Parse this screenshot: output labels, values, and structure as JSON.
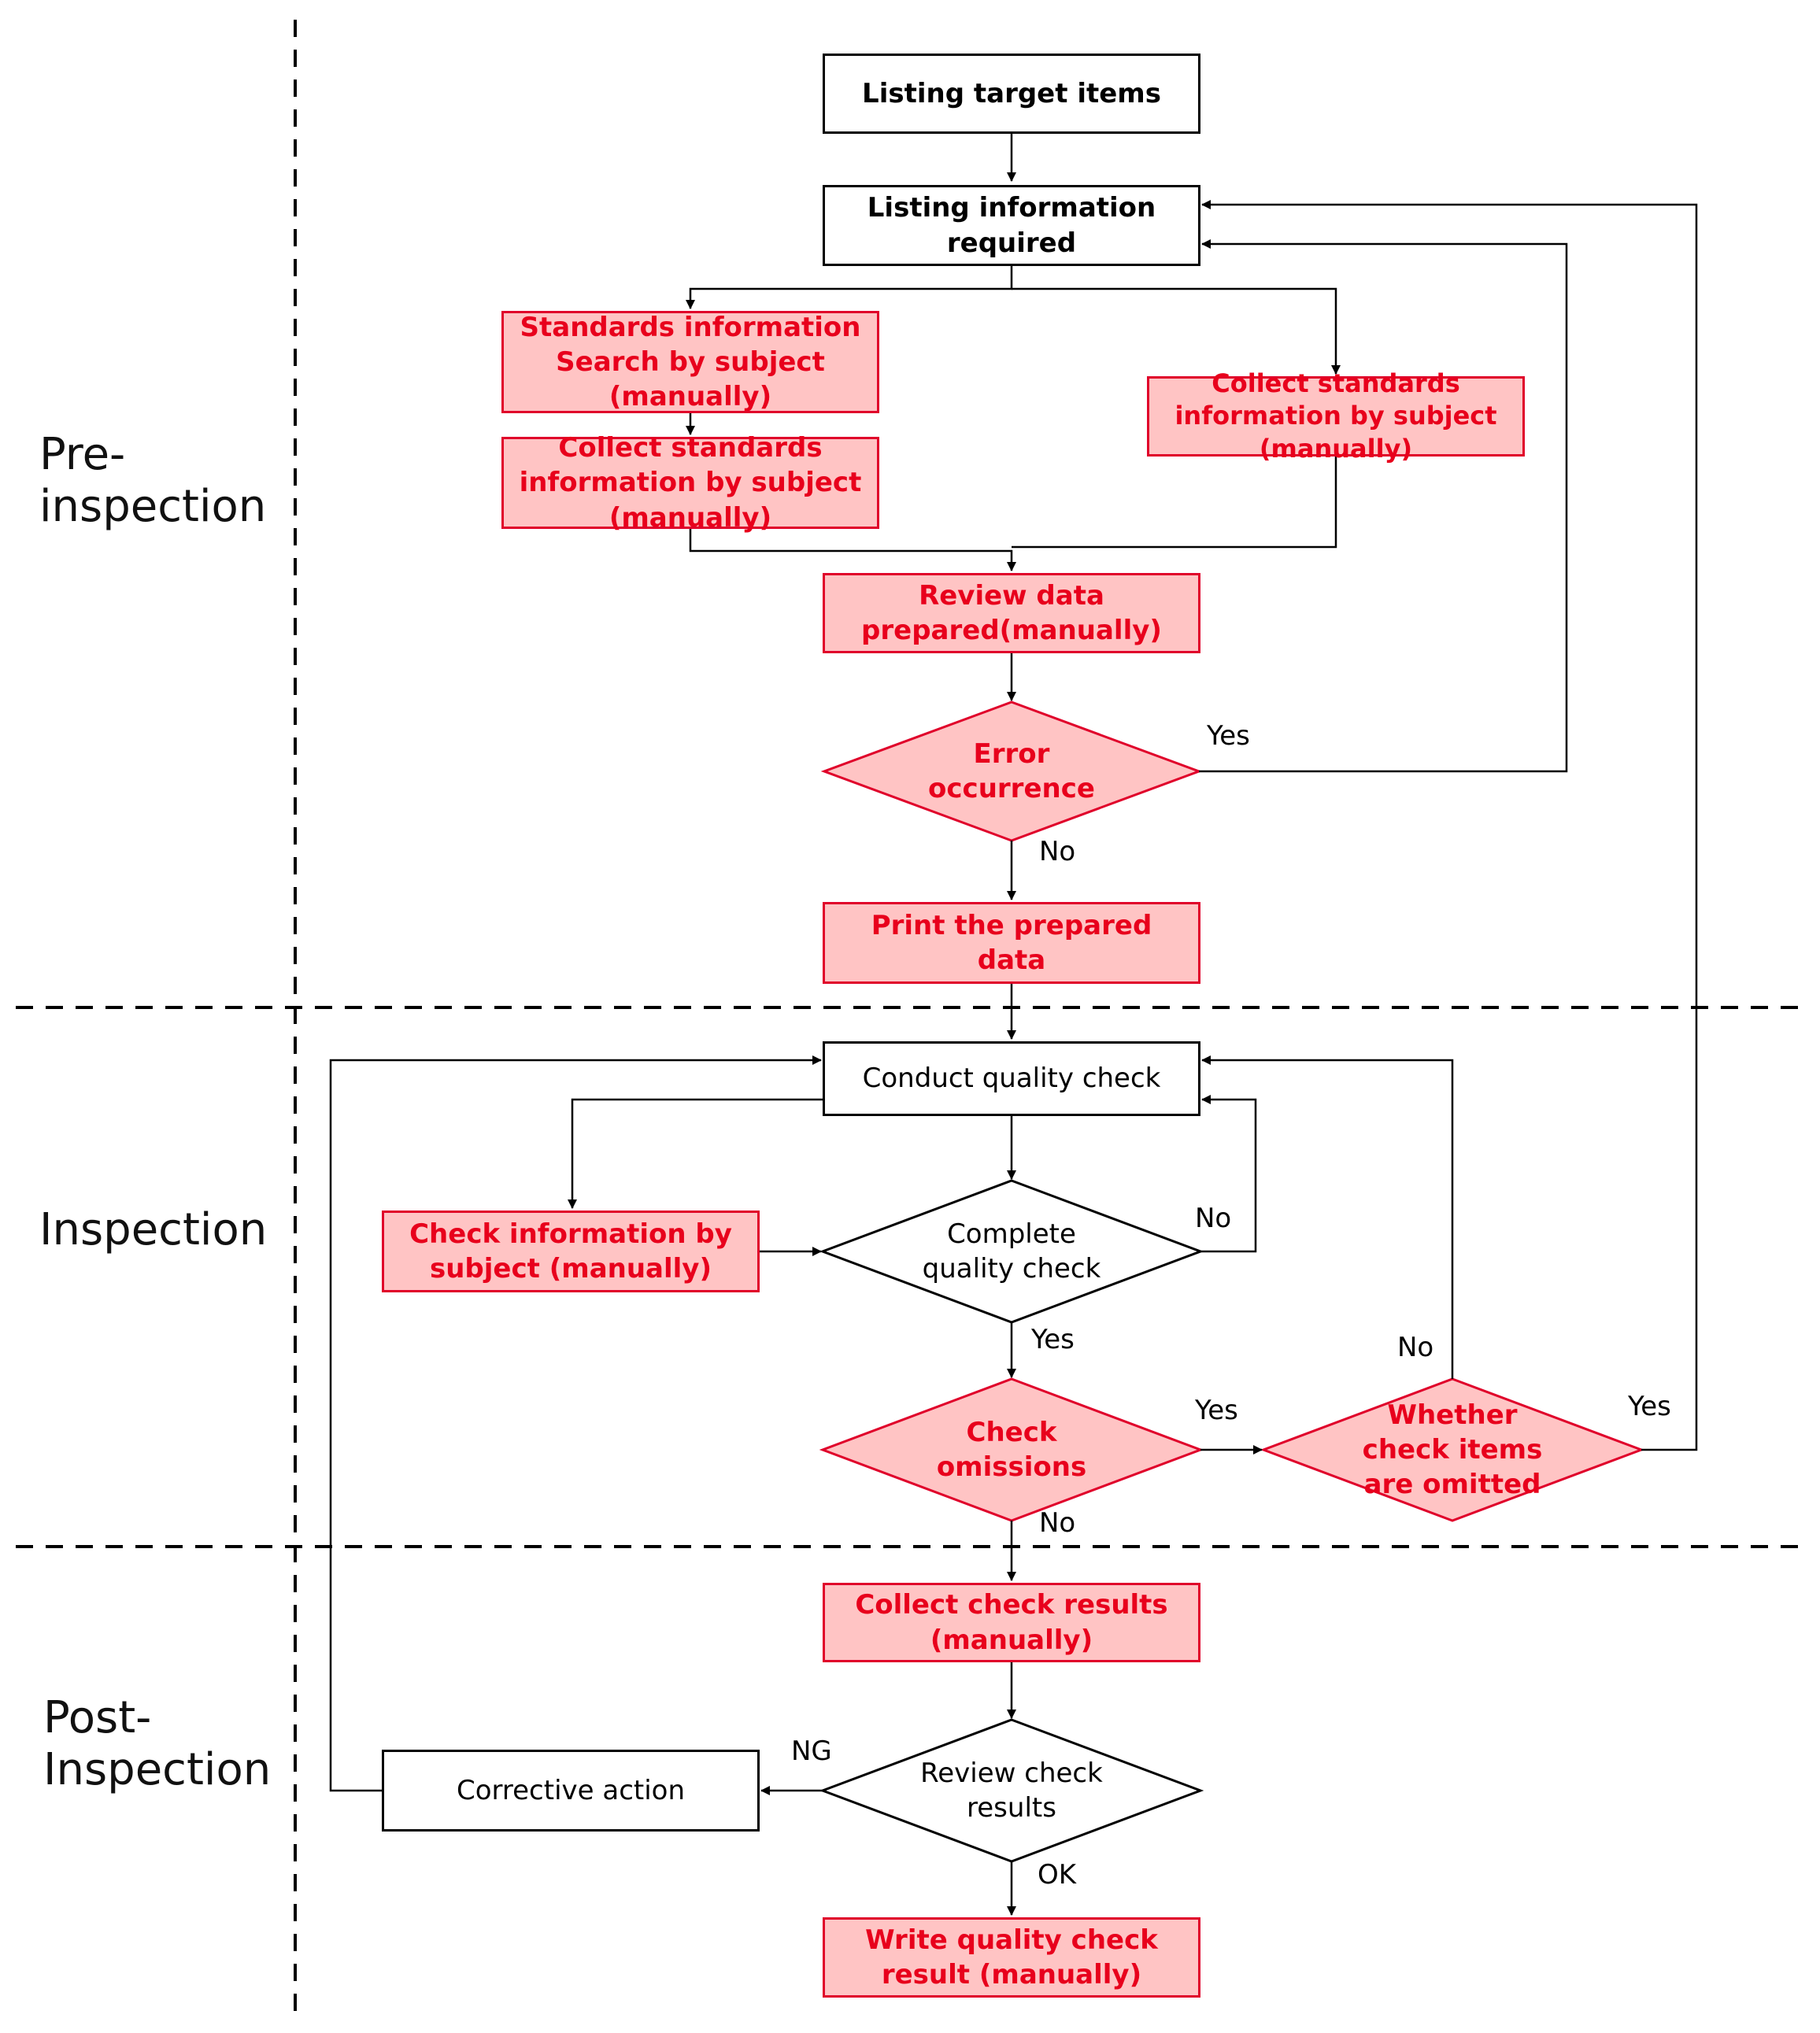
{
  "phases": {
    "pre": "Pre-\ninspection",
    "inspection": "Inspection",
    "post": "Post-\nInspection"
  },
  "nodes": {
    "listing_target": "Listing target items",
    "listing_info": "Listing information\nrequired",
    "standards_search": "Standards information\nSearch by subject\n(manually)",
    "collect_left": "Collect standards\ninformation by subject\n(manually)",
    "collect_right": "Collect standards\ninformation by subject\n(manually)",
    "review_data": "Review data\nprepared(manually)",
    "error_occurrence": "Error\noccurrence",
    "print_data": "Print the prepared\ndata",
    "conduct_check": "Conduct quality check",
    "check_info": "Check information by\nsubject (manually)",
    "complete_check": "Complete\nquality check",
    "check_omissions": "Check\nomissions",
    "whether_omitted": "Whether\ncheck items\nare omitted",
    "collect_results": "Collect check results\n(manually)",
    "review_results": "Review check\nresults",
    "corrective_action": "Corrective action",
    "write_result": "Write quality check\nresult (manually)"
  },
  "edge_labels": {
    "error_yes": "Yes",
    "error_no": "No",
    "complete_no": "No",
    "complete_yes": "Yes",
    "omissions_yes": "Yes",
    "omissions_no": "No",
    "whether_no": "No",
    "whether_yes": "Yes",
    "review_ng": "NG",
    "review_ok": "OK"
  },
  "colors": {
    "manual_fill": "#ffc4c4",
    "manual_stroke": "#e0002a",
    "manual_text": "#e8001c"
  }
}
